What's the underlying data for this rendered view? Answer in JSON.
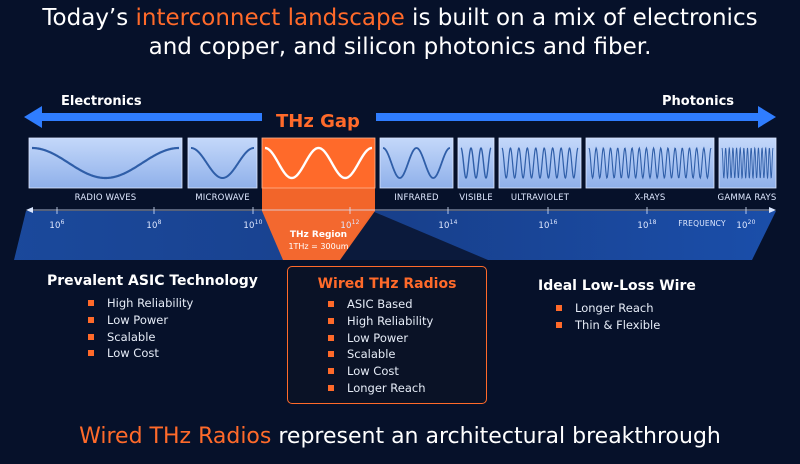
{
  "headline": {
    "part1": "Today’s ",
    "highlight": "interconnect landscape",
    "part2": " is built on a mix of electronics",
    "line2": "and copper, and silicon photonics and fiber."
  },
  "arrows": {
    "left_label": "Electronics",
    "right_label": "Photonics"
  },
  "thz_gap_label": "THz Gap",
  "spectrum": {
    "bands": [
      "RADIO WAVES",
      "MICROWAVE",
      "",
      "INFRARED",
      "VISIBLE",
      "ULTRAVIOLET",
      "X-RAYS",
      "GAMMA RAYS"
    ],
    "frequency_label": "FREQUENCY",
    "ticks": [
      {
        "base": "10",
        "exp": "6"
      },
      {
        "base": "10",
        "exp": "8"
      },
      {
        "base": "10",
        "exp": "10"
      },
      {
        "base": "10",
        "exp": "12"
      },
      {
        "base": "10",
        "exp": "14"
      },
      {
        "base": "10",
        "exp": "16"
      },
      {
        "base": "10",
        "exp": "18"
      },
      {
        "base": "10",
        "exp": "20"
      }
    ]
  },
  "thz_region": {
    "title": "THz Region",
    "subtitle": "1THz = 300um"
  },
  "left_section": {
    "title": "Prevalent ASIC Technology",
    "items": [
      "High Reliability",
      "Low Power",
      "Scalable",
      "Low Cost"
    ]
  },
  "center_section": {
    "title": "Wired THz Radios",
    "items": [
      "ASIC Based",
      "High Reliability",
      "Low Power",
      "Scalable",
      "Low Cost",
      "Longer Reach"
    ]
  },
  "right_section": {
    "title": "Ideal Low-Loss Wire",
    "items": [
      "Longer Reach",
      "Thin & Flexible"
    ]
  },
  "footer": {
    "highlight": "Wired THz Radios",
    "rest": " represent an architectural breakthrough"
  },
  "colors": {
    "background": "#06112a",
    "accent_orange": "#ff6a2a",
    "arrow_blue": "#2f7dff",
    "panel_blue": "#a9c6f5",
    "wave_blue": "#2f5ea8"
  }
}
